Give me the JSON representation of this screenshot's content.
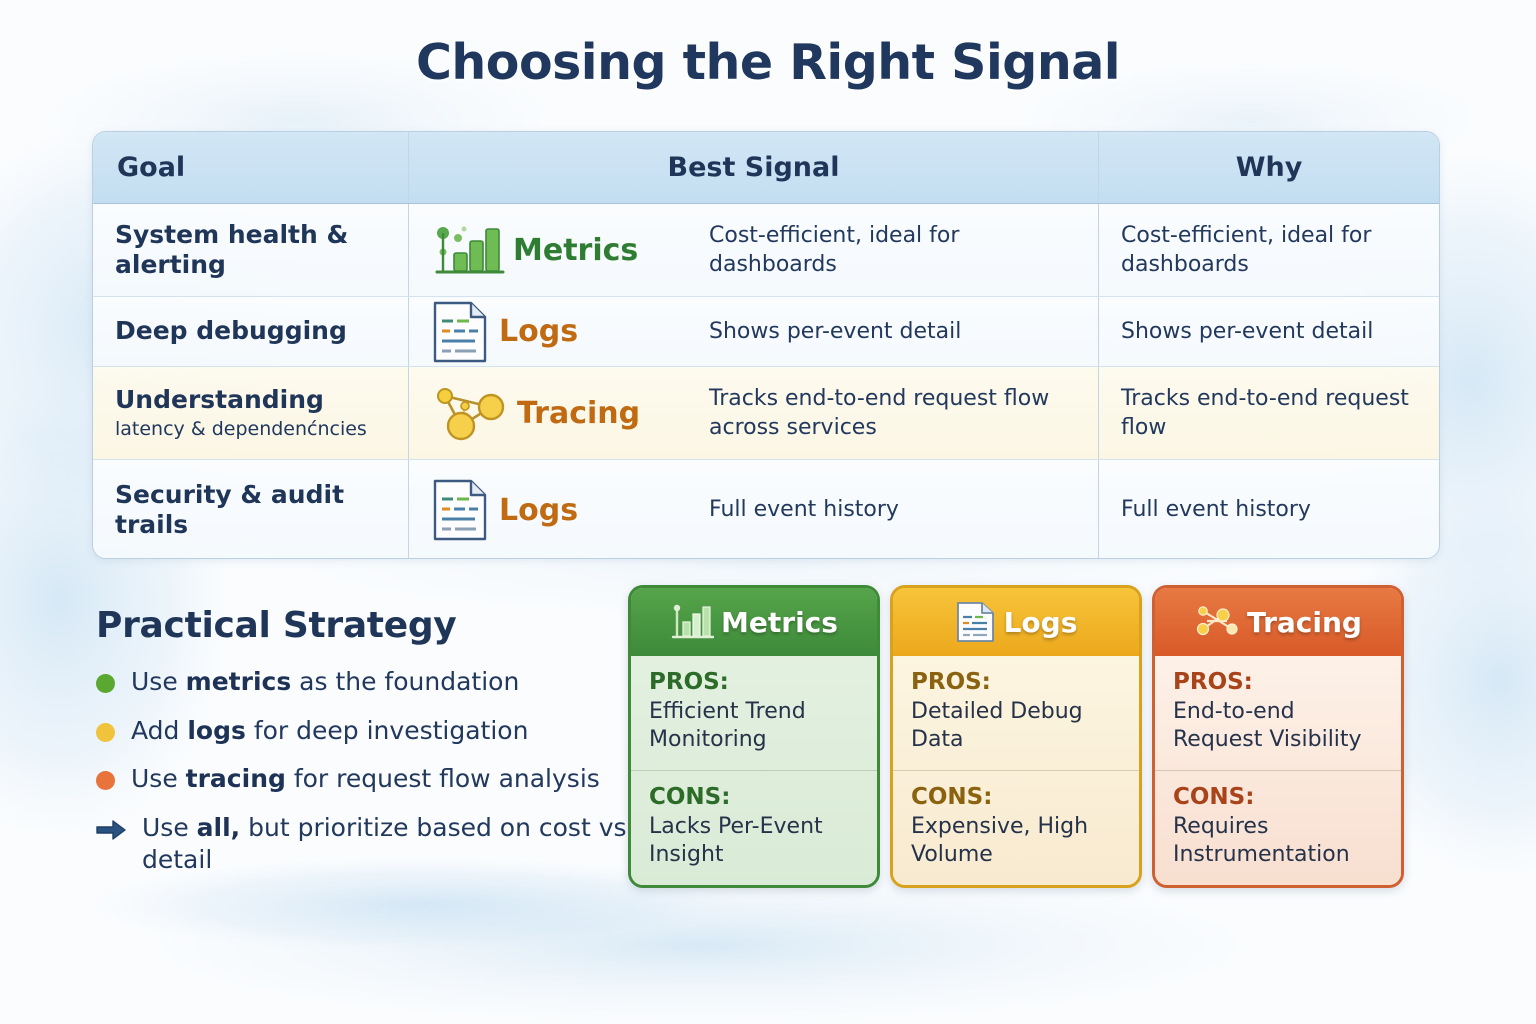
{
  "title": "Choosing the Right Signal",
  "colors": {
    "navy": "#20385e",
    "metrics_green": "#2f7d32",
    "logs_orange": "#c06a12",
    "tracing_orange": "#c06a12",
    "bullet_green": "#5aa832",
    "bullet_yellow": "#f0c33c",
    "bullet_orange": "#e8743b",
    "arrow_navy": "#2a5280",
    "card_metrics_header": "#4a9a42",
    "card_logs_header": "#f0ad24",
    "card_tracing_header": "#e0602a"
  },
  "table": {
    "headers": {
      "goal": "Goal",
      "best_signal": "Best Signal",
      "why": "Why"
    },
    "rows": [
      {
        "goal_main": "System health &",
        "goal_main2": "alerting",
        "goal_sub": "",
        "signal": "Metrics",
        "signal_icon": "bar-chart-icon",
        "desc": "Cost-efficient, ideal for dashboards",
        "why": "Cost-efficient, ideal for dashboards"
      },
      {
        "goal_main": "Deep debugging",
        "goal_main2": "",
        "goal_sub": "",
        "signal": "Logs",
        "signal_icon": "document-icon",
        "desc": "Shows per-event detail",
        "why": "Shows per-event detail"
      },
      {
        "goal_main": "Understanding",
        "goal_main2": "",
        "goal_sub": "latency & dependenćncies",
        "signal": "Tracing",
        "signal_icon": "node-graph-icon",
        "desc": "Tracks end-to-end request flow across services",
        "why": "Tracks end-to-end request flow"
      },
      {
        "goal_main": "Security & audit",
        "goal_main2": "trails",
        "goal_sub": "",
        "signal": "Logs",
        "signal_icon": "document-icon",
        "desc": "Full event history",
        "why": "Full event history"
      }
    ]
  },
  "strategy": {
    "heading": "Practical Strategy",
    "bullets": [
      {
        "marker": "green-dot",
        "lead": "Use ",
        "bold": "metrics",
        "tail": " as the foundation"
      },
      {
        "marker": "yellow-dot",
        "lead": "Add ",
        "bold": "logs",
        "tail": " for deep investigation"
      },
      {
        "marker": "orange-dot",
        "lead": "Use ",
        "bold": "tracing",
        "tail": " for request flow analysis"
      },
      {
        "marker": "arrow-icon",
        "lead": "Use ",
        "bold": "all,",
        "tail": " but prioritize based on cost vs detail"
      }
    ]
  },
  "cards": [
    {
      "title": "Metrics",
      "icon": "bar-chart-icon",
      "pros_label": "PROS:",
      "pros_text": "Efficient Trend Monitoring",
      "cons_label": "CONS:",
      "cons_text": "Lacks Per-Event Insight"
    },
    {
      "title": "Logs",
      "icon": "document-icon",
      "pros_label": "PROS:",
      "pros_text": "Detailed Debug Data",
      "cons_label": "CONS:",
      "cons_text": "Expensive, High Volume"
    },
    {
      "title": "Tracing",
      "icon": "node-graph-icon",
      "pros_label": "PROS:",
      "pros_text": "End-to-end Request Visibility",
      "cons_label": "CONS:",
      "cons_text": "Requires Instrumentation"
    }
  ]
}
